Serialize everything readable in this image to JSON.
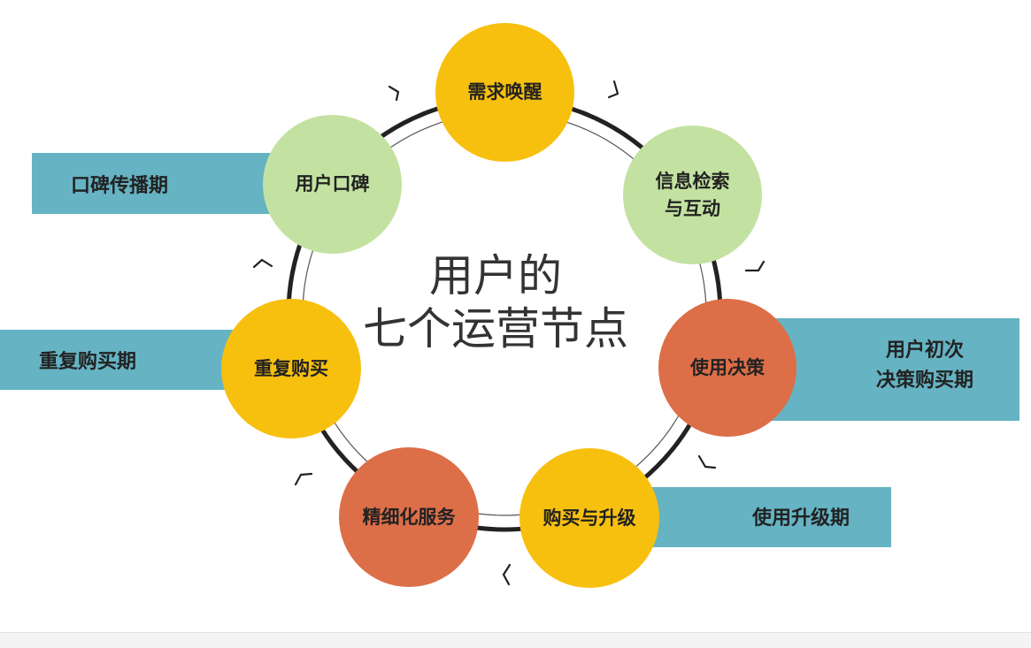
{
  "center_title": "用户的\n七个运营节点",
  "nodes": {
    "demand_awakening": "需求唤醒",
    "info_search": "信息检索\n与互动",
    "use_decision": "使用决策",
    "purchase_upgrade": "购买与升级",
    "refined_service": "精细化服务",
    "repeat_purchase": "重复购买",
    "word_of_mouth": "用户口碑"
  },
  "bands": {
    "word_of_mouth_period": "口碑传播期",
    "repeat_purchase_period": "重复购买期",
    "first_decision_period": "用户初次\n决策购买期",
    "upgrade_period": "使用升级期"
  },
  "colors": {
    "yellow": "#f7c00e",
    "green": "#c3e2a1",
    "orange": "#dc6e48",
    "band": "#65b3c3",
    "ring": "#222222"
  }
}
